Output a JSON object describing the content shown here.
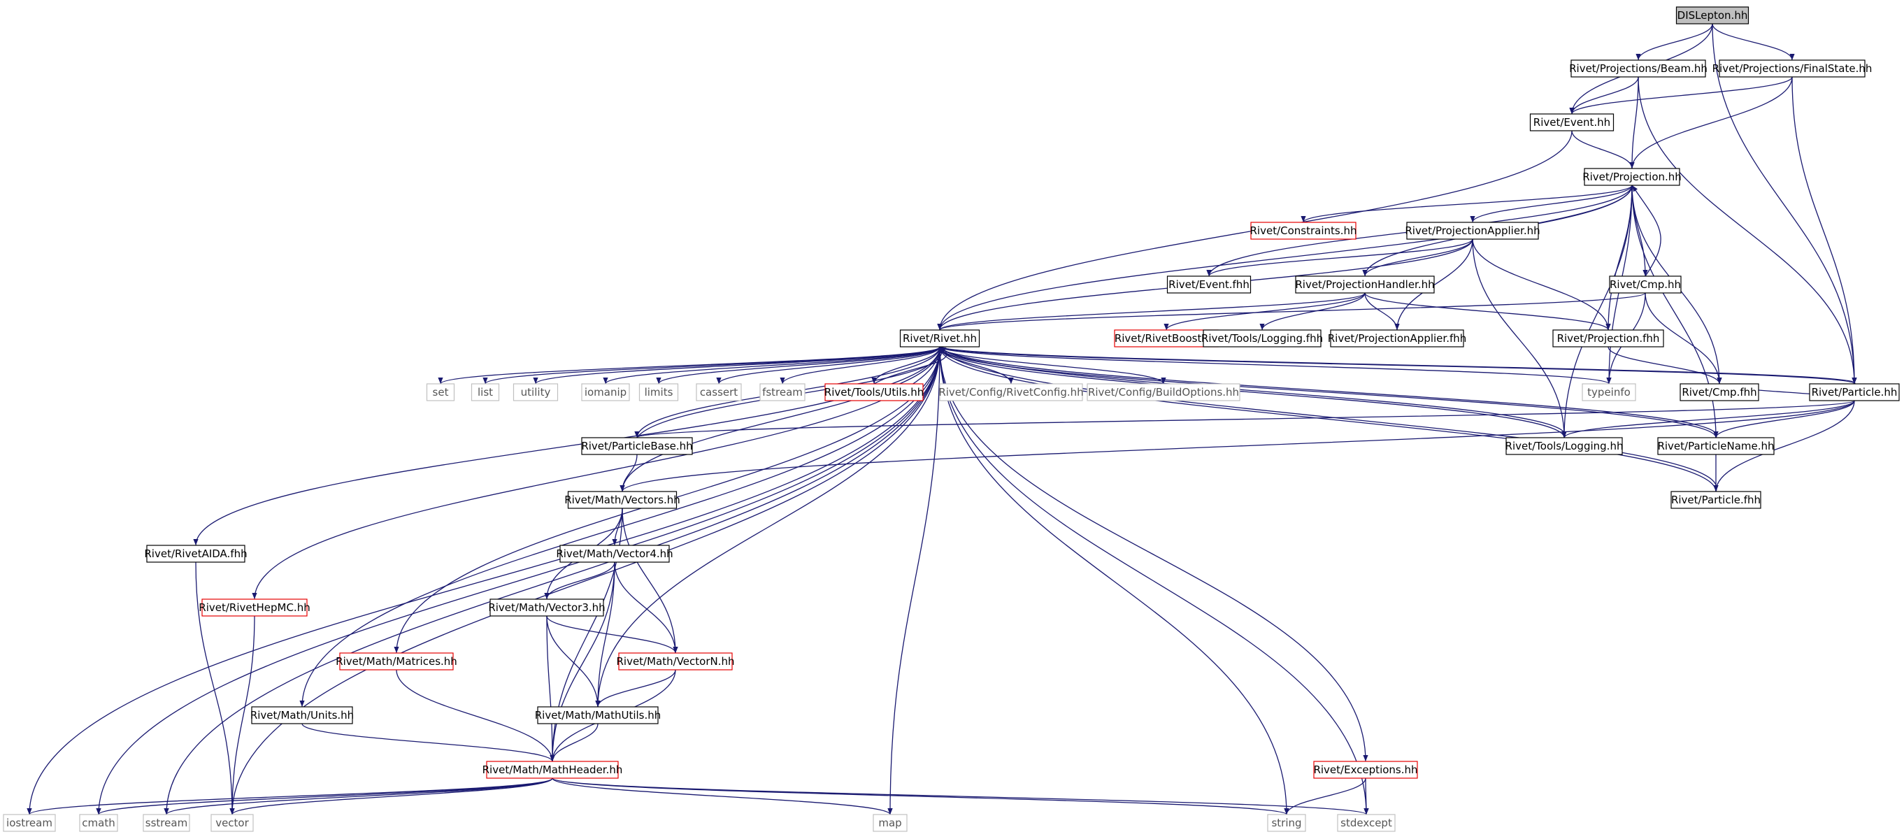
{
  "nodes": {
    "disl": {
      "label": "DISLepton.hh",
      "style": "root"
    },
    "beam": {
      "label": "Rivet/Projections/Beam.hh",
      "style": "black"
    },
    "fs": {
      "label": "Rivet/Projections/FinalState.hh",
      "style": "black"
    },
    "event": {
      "label": "Rivet/Event.hh",
      "style": "black"
    },
    "proj": {
      "label": "Rivet/Projection.hh",
      "style": "black"
    },
    "constraints": {
      "label": "Rivet/Constraints.hh",
      "style": "red"
    },
    "projapp": {
      "label": "Rivet/ProjectionApplier.hh",
      "style": "black"
    },
    "eventfhh": {
      "label": "Rivet/Event.fhh",
      "style": "black"
    },
    "projhandler": {
      "label": "Rivet/ProjectionHandler.hh",
      "style": "black"
    },
    "cmp": {
      "label": "Rivet/Cmp.hh",
      "style": "black"
    },
    "rivet": {
      "label": "Rivet/Rivet.hh",
      "style": "black"
    },
    "rivetboost": {
      "label": "Rivet/RivetBoost.hh",
      "style": "red"
    },
    "loggingfhh": {
      "label": "Rivet/Tools/Logging.fhh",
      "style": "black"
    },
    "projappfhh": {
      "label": "Rivet/ProjectionApplier.fhh",
      "style": "black"
    },
    "projfhh": {
      "label": "Rivet/Projection.fhh",
      "style": "black"
    },
    "set": {
      "label": "set",
      "style": "gray"
    },
    "list": {
      "label": "list",
      "style": "gray"
    },
    "utility": {
      "label": "utility",
      "style": "gray"
    },
    "iomanip": {
      "label": "iomanip",
      "style": "gray"
    },
    "limits": {
      "label": "limits",
      "style": "gray"
    },
    "cassert": {
      "label": "cassert",
      "style": "gray"
    },
    "fstream": {
      "label": "fstream",
      "style": "gray"
    },
    "utils": {
      "label": "Rivet/Tools/Utils.hh",
      "style": "red"
    },
    "rivetconfig": {
      "label": "Rivet/Config/RivetConfig.hh",
      "style": "gray"
    },
    "buildopts": {
      "label": "Rivet/Config/BuildOptions.hh",
      "style": "gray"
    },
    "typeinfo": {
      "label": "typeinfo",
      "style": "gray"
    },
    "cmpfhh": {
      "label": "Rivet/Cmp.fhh",
      "style": "black"
    },
    "particle": {
      "label": "Rivet/Particle.hh",
      "style": "black"
    },
    "particlebase": {
      "label": "Rivet/ParticleBase.hh",
      "style": "black"
    },
    "logginghh": {
      "label": "Rivet/Tools/Logging.hh",
      "style": "black"
    },
    "particlename": {
      "label": "Rivet/ParticleName.hh",
      "style": "black"
    },
    "vectors": {
      "label": "Rivet/Math/Vectors.hh",
      "style": "black"
    },
    "particlefhh": {
      "label": "Rivet/Particle.fhh",
      "style": "black"
    },
    "vector4": {
      "label": "Rivet/Math/Vector4.hh",
      "style": "black"
    },
    "rivetaida": {
      "label": "Rivet/RivetAIDA.fhh",
      "style": "black"
    },
    "vector3": {
      "label": "Rivet/Math/Vector3.hh",
      "style": "black"
    },
    "rivethepmc": {
      "label": "Rivet/RivetHepMC.hh",
      "style": "red"
    },
    "matrices": {
      "label": "Rivet/Math/Matrices.hh",
      "style": "red"
    },
    "vectorn": {
      "label": "Rivet/Math/VectorN.hh",
      "style": "red"
    },
    "units": {
      "label": "Rivet/Math/Units.hh",
      "style": "black"
    },
    "mathutils": {
      "label": "Rivet/Math/MathUtils.hh",
      "style": "black"
    },
    "mathheader": {
      "label": "Rivet/Math/MathHeader.hh",
      "style": "red"
    },
    "exceptions": {
      "label": "Rivet/Exceptions.hh",
      "style": "red"
    },
    "iostream": {
      "label": "iostream",
      "style": "gray"
    },
    "cmath": {
      "label": "cmath",
      "style": "gray"
    },
    "sstream": {
      "label": "sstream",
      "style": "gray"
    },
    "vector": {
      "label": "vector",
      "style": "gray"
    },
    "map": {
      "label": "map",
      "style": "gray"
    },
    "string": {
      "label": "string",
      "style": "gray"
    },
    "stdexcept": {
      "label": "stdexcept",
      "style": "gray"
    }
  },
  "edges": [
    [
      "disl",
      "beam"
    ],
    [
      "disl",
      "fs"
    ],
    [
      "disl",
      "event"
    ],
    [
      "disl",
      "particle"
    ],
    [
      "beam",
      "event"
    ],
    [
      "beam",
      "proj"
    ],
    [
      "beam",
      "particle"
    ],
    [
      "fs",
      "event"
    ],
    [
      "fs",
      "proj"
    ],
    [
      "fs",
      "particle"
    ],
    [
      "event",
      "proj"
    ],
    [
      "event",
      "rivet"
    ],
    [
      "proj",
      "constraints"
    ],
    [
      "proj",
      "projapp"
    ],
    [
      "proj",
      "eventfhh"
    ],
    [
      "proj",
      "projhandler"
    ],
    [
      "proj",
      "cmp"
    ],
    [
      "proj",
      "rivet"
    ],
    [
      "proj",
      "projfhh"
    ],
    [
      "proj",
      "cmpfhh"
    ],
    [
      "proj",
      "logginghh"
    ],
    [
      "proj",
      "particlename"
    ],
    [
      "proj",
      "typeinfo"
    ],
    [
      "projapp",
      "eventfhh"
    ],
    [
      "projapp",
      "projhandler"
    ],
    [
      "projapp",
      "projappfhh"
    ],
    [
      "projapp",
      "projfhh"
    ],
    [
      "projapp",
      "rivet"
    ],
    [
      "projapp",
      "logginghh"
    ],
    [
      "projhandler",
      "rivet"
    ],
    [
      "projhandler",
      "rivetboost"
    ],
    [
      "projhandler",
      "loggingfhh"
    ],
    [
      "projhandler",
      "projappfhh"
    ],
    [
      "projhandler",
      "projfhh"
    ],
    [
      "cmp",
      "proj"
    ],
    [
      "cmp",
      "rivet"
    ],
    [
      "cmp",
      "cmpfhh"
    ],
    [
      "cmp",
      "typeinfo"
    ],
    [
      "projfhh",
      "cmpfhh"
    ],
    [
      "rivet",
      "set"
    ],
    [
      "rivet",
      "list"
    ],
    [
      "rivet",
      "utility"
    ],
    [
      "rivet",
      "iomanip"
    ],
    [
      "rivet",
      "limits"
    ],
    [
      "rivet",
      "cassert"
    ],
    [
      "rivet",
      "fstream"
    ],
    [
      "rivet",
      "utils"
    ],
    [
      "rivet",
      "rivetconfig"
    ],
    [
      "rivet",
      "buildopts"
    ],
    [
      "rivet",
      "typeinfo"
    ],
    [
      "rivet",
      "iostream"
    ],
    [
      "rivet",
      "cmath"
    ],
    [
      "rivet",
      "sstream"
    ],
    [
      "rivet",
      "vector"
    ],
    [
      "rivet",
      "map"
    ],
    [
      "rivet",
      "string"
    ],
    [
      "rivet",
      "stdexcept"
    ],
    [
      "rivet",
      "exceptions"
    ],
    [
      "rivet",
      "particlebase"
    ],
    [
      "rivet",
      "vectors"
    ],
    [
      "rivet",
      "rivetaida"
    ],
    [
      "rivet",
      "rivethepmc"
    ],
    [
      "rivet",
      "matrices"
    ],
    [
      "rivet",
      "units"
    ],
    [
      "rivet",
      "mathutils"
    ],
    [
      "rivet",
      "particle"
    ],
    [
      "rivet",
      "logginghh"
    ],
    [
      "rivet",
      "particlename"
    ],
    [
      "rivet",
      "particlefhh"
    ],
    [
      "utils",
      "rivet"
    ],
    [
      "particlebase",
      "rivet"
    ],
    [
      "particle",
      "rivet"
    ],
    [
      "logginghh",
      "rivet"
    ],
    [
      "particlename",
      "rivet"
    ],
    [
      "particlefhh",
      "rivet"
    ],
    [
      "particle",
      "particlebase"
    ],
    [
      "particle",
      "vectors"
    ],
    [
      "particle",
      "logginghh"
    ],
    [
      "particle",
      "particlename"
    ],
    [
      "particle",
      "particlefhh"
    ],
    [
      "particle",
      "cmpfhh"
    ],
    [
      "particlebase",
      "vectors"
    ],
    [
      "particlename",
      "particlefhh"
    ],
    [
      "vectors",
      "vector4"
    ],
    [
      "vectors",
      "vector3"
    ],
    [
      "vectors",
      "vectorn"
    ],
    [
      "vectors",
      "mathheader"
    ],
    [
      "vector4",
      "vector3"
    ],
    [
      "vector4",
      "vectorn"
    ],
    [
      "vector4",
      "mathutils"
    ],
    [
      "vector4",
      "mathheader"
    ],
    [
      "vector3",
      "vectorn"
    ],
    [
      "vector3",
      "mathutils"
    ],
    [
      "vector3",
      "mathheader"
    ],
    [
      "vectorn",
      "mathutils"
    ],
    [
      "vectorn",
      "mathheader"
    ],
    [
      "mathutils",
      "mathheader"
    ],
    [
      "matrices",
      "mathheader"
    ],
    [
      "units",
      "mathheader"
    ],
    [
      "rivetaida",
      "vector"
    ],
    [
      "rivethepmc",
      "vector"
    ],
    [
      "mathheader",
      "iostream"
    ],
    [
      "mathheader",
      "cmath"
    ],
    [
      "mathheader",
      "sstream"
    ],
    [
      "mathheader",
      "vector"
    ],
    [
      "mathheader",
      "map"
    ],
    [
      "mathheader",
      "string"
    ],
    [
      "mathheader",
      "stdexcept"
    ],
    [
      "exceptions",
      "string"
    ],
    [
      "exceptions",
      "stdexcept"
    ]
  ],
  "colors": {
    "edge": "#191970",
    "edge_gray": "#9a9a9a",
    "root_fill": "#bfbfbf",
    "red_border": "#e60000",
    "gray_border": "#c0c0c0",
    "black_border": "#000000"
  }
}
